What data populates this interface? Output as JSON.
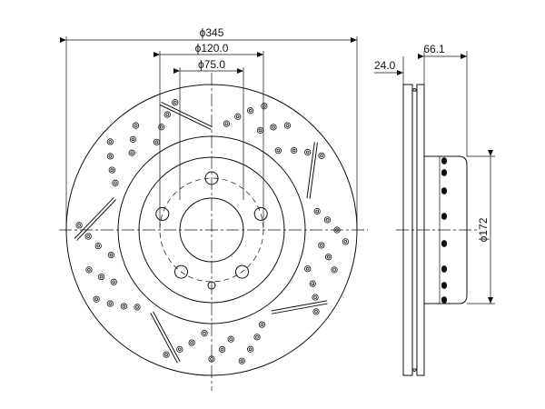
{
  "dimensions": {
    "outer_diameter": "ϕ345",
    "center_bore_ring": "ϕ120.0",
    "inner_bore": "ϕ75.0",
    "disc_thickness": "24.0",
    "overall_height": "66.1",
    "hat_diameter": "ϕ172"
  },
  "colors": {
    "line": "#111111",
    "background": "#ffffff"
  }
}
